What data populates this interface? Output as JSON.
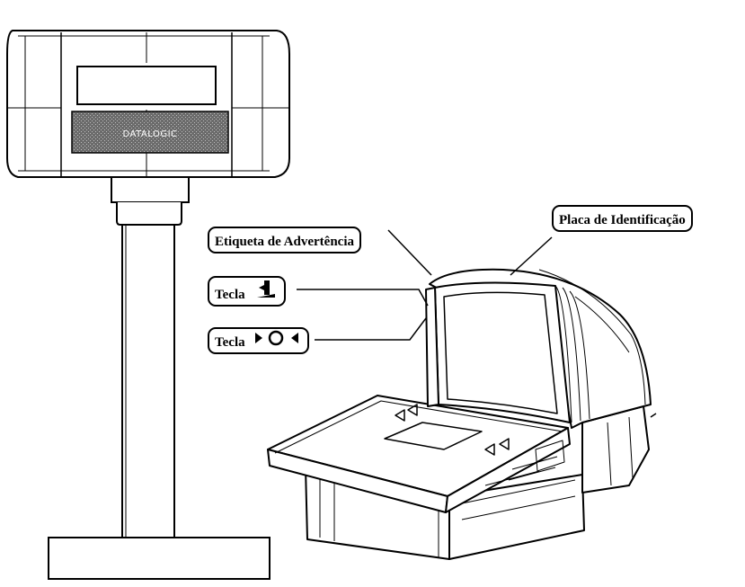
{
  "display_unit": {
    "brand": "DATALOGIC"
  },
  "callouts": {
    "warning_label": "Etiqueta de Advertência",
    "id_plate": "Placa de Identificação",
    "volume_key": "Tecla",
    "volume_key_icon": "volume-icon",
    "reset_key": "Tecla",
    "reset_key_icon": "play-circle-rewind-icon"
  },
  "colors": {
    "line": "#000000",
    "brand_panel": "#5a5a5a",
    "background": "#ffffff"
  }
}
